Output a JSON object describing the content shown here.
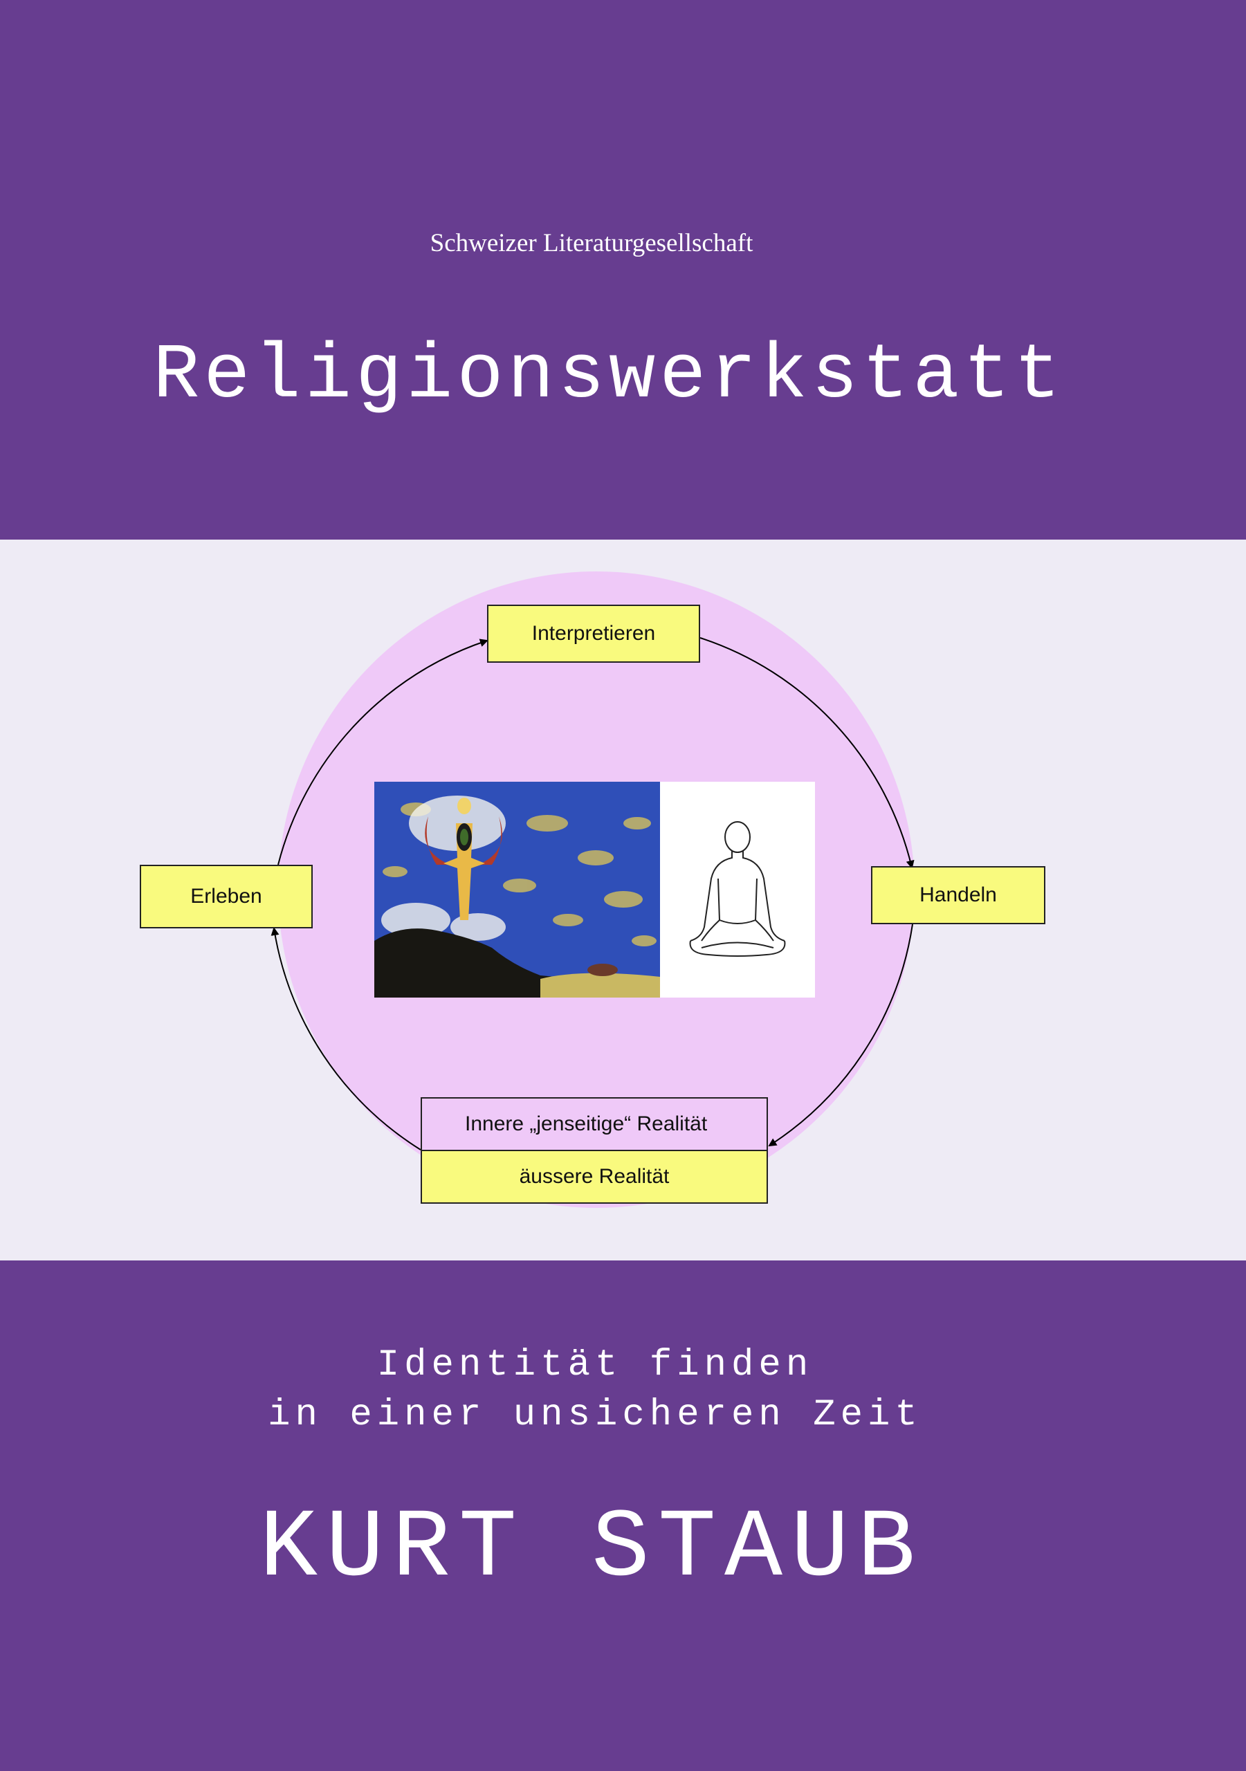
{
  "cover": {
    "publisher": "Schweizer Literaturgesellschaft",
    "title": "Religionswerkstatt",
    "subtitle_line1": "Identität finden",
    "subtitle_line2": "in einer unsicheren Zeit",
    "author": "KURT STAUB"
  },
  "diagram": {
    "interpretieren": "Interpretieren",
    "handeln": "Handeln",
    "erleben": "Erleben",
    "inner_reality": "Innere „jenseitige“ Realität",
    "outer_reality": "äussere Realität"
  },
  "colors": {
    "band": "#673d90",
    "middle": "#eeebf5",
    "circle": "#efc9f8",
    "box": "#f9fa7e"
  }
}
